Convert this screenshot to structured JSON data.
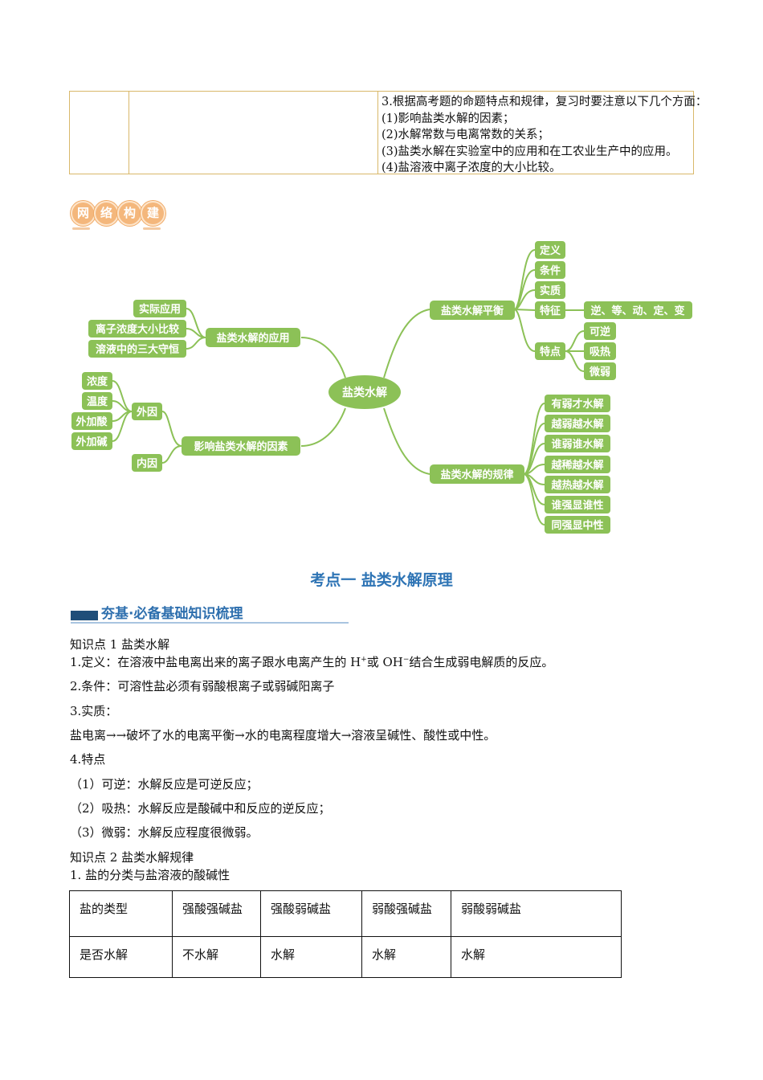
{
  "top_table": {
    "lines": [
      "3.根据高考题的命题特点和规律，复习时要注意以下几个方面：",
      "(1)影响盐类水解的因素；",
      "(2)水解常数与电离常数的关系；",
      "(3)盐类水解在实验室中的应用和在工农业生产中的应用。",
      "(4)盐溶液中离子浓度的大小比较。"
    ]
  },
  "badge": {
    "chars": [
      "网",
      "络",
      "构",
      "建"
    ]
  },
  "mindmap": {
    "center": "盐类水解",
    "branches": {
      "equilibrium": {
        "label": "盐类水解平衡",
        "items": [
          "定义",
          "条件",
          "实质",
          "特征",
          "特点"
        ],
        "feature_value": "逆、等、动、定、变",
        "traits": [
          "可逆",
          "吸热",
          "微弱"
        ]
      },
      "application": {
        "label": "盐类水解的应用",
        "items": [
          "实际应用",
          "离子浓度大小比较",
          "溶液中的三大守恒"
        ]
      },
      "factors": {
        "label": "影响盐类水解的因素",
        "external": "外因",
        "internal": "内因",
        "external_items": [
          "浓度",
          "温度",
          "外加酸",
          "外加碱"
        ]
      },
      "rules": {
        "label": "盐类水解的规律",
        "items": [
          "有弱才水解",
          "越弱越水解",
          "谁弱谁水解",
          "越稀越水解",
          "越热越水解",
          "谁强显谁性",
          "同强显中性"
        ]
      }
    }
  },
  "section_title": "考点一  盐类水解原理",
  "banner": {
    "text": "夯基·必备基础知识梳理"
  },
  "body": {
    "kp1_title": "知识点 1 盐类水解",
    "def_prefix": "1.定义：在溶液中盐电离出来的离子跟水电离产生的 H",
    "def_plus": "+",
    "def_middle": "或 OH",
    "def_minus": "−",
    "def_suffix": "结合生成弱电解质的反应。",
    "condition": "2.条件：可溶性盐必须有弱酸根离子或弱碱阳离子",
    "essence_title": "3.实质：",
    "essence_text": "盐电离→→破坏了水的电离平衡→水的电离程度增大→溶液呈碱性、酸性或中性。",
    "traits_title": "4.特点",
    "trait1": "（1）可逆：水解反应是可逆反应；",
    "trait2": "（2）吸热：水解反应是酸碱中和反应的逆反应；",
    "trait3": "（3）微弱：水解反应程度很微弱。",
    "kp2_title": "知识点 2 盐类水解规律",
    "kp2_sub": "1. 盐的分类与盐溶液的酸碱性"
  },
  "salt_table": {
    "rows": [
      [
        "盐的类型",
        "强酸强碱盐",
        "强酸弱碱盐",
        "弱酸强碱盐",
        "弱酸弱碱盐"
      ],
      [
        "是否水解",
        "不水解",
        "水解",
        "水解",
        "水解"
      ]
    ]
  }
}
